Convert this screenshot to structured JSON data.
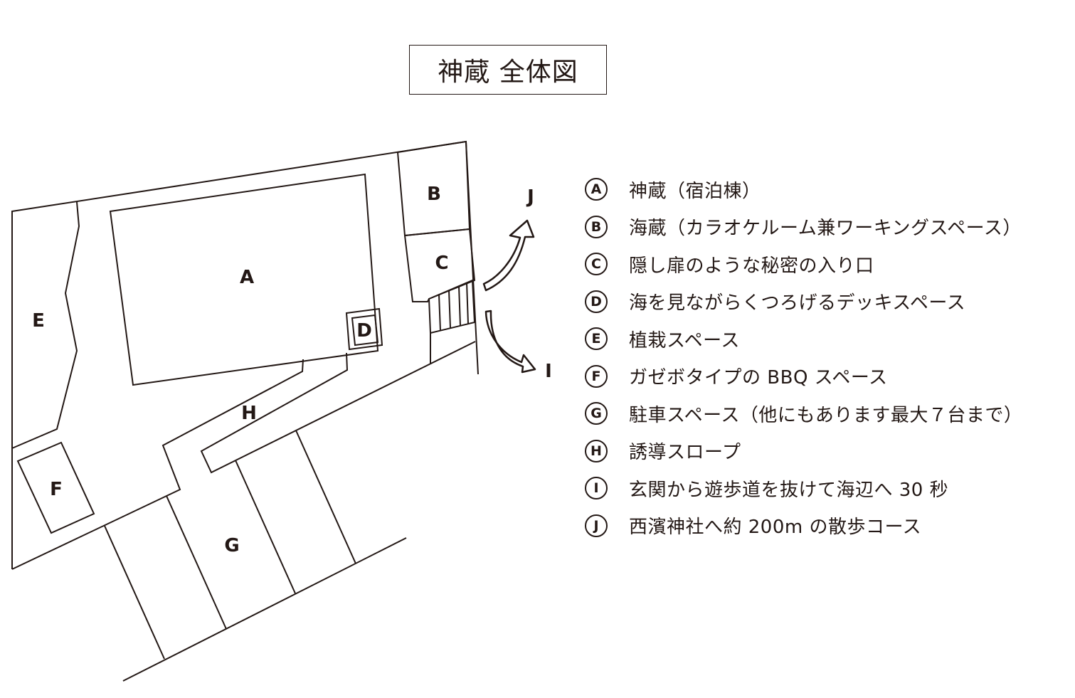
{
  "title": "神蔵 全体図",
  "map_labels": {
    "A": "A",
    "B": "B",
    "C": "C",
    "D": "D",
    "E": "E",
    "F": "F",
    "G": "G",
    "H": "H",
    "I": "I",
    "J": "J"
  },
  "legend": [
    {
      "badge": "A",
      "text": "神蔵（宿泊棟）"
    },
    {
      "badge": "B",
      "text": "海蔵（カラオケルーム兼ワーキングスペース）"
    },
    {
      "badge": "C",
      "text": "隠し扉のような秘密の入り口"
    },
    {
      "badge": "D",
      "text": "海を見ながらくつろげるデッキスペース"
    },
    {
      "badge": "E",
      "text": "植栽スペース"
    },
    {
      "badge": "F",
      "text": "ガゼボタイプの BBQ スペース"
    },
    {
      "badge": "G",
      "text": "駐車スペース（他にもあります最大７台まで）"
    },
    {
      "badge": "H",
      "text": "誘導スロープ"
    },
    {
      "badge": "I",
      "text": "玄関から遊歩道を抜けて海辺へ 30 秒"
    },
    {
      "badge": "J",
      "text": "西濱神社へ約 200m の散歩コース"
    }
  ],
  "colors": {
    "line": "#231815",
    "background": "#ffffff"
  }
}
